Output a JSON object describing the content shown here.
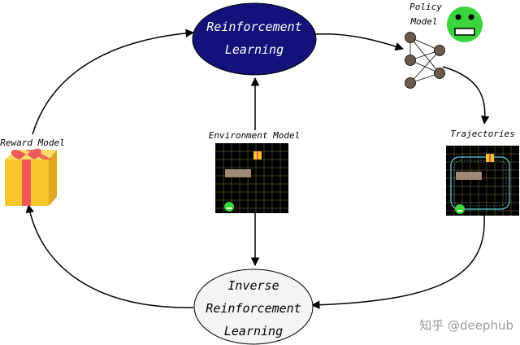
{
  "nodes": {
    "rl": {
      "line1": "Reinforcement",
      "line2": "Learning"
    },
    "irl": {
      "line1": "Inverse",
      "line2": "Reinforcement",
      "line3": "Learning"
    },
    "policy": {
      "line1": "Policy",
      "line2": "Model"
    },
    "trajectories": {
      "label": "Trajectories"
    },
    "environment": {
      "label": "Environment Model"
    },
    "reward": {
      "label": "Reward Model"
    }
  },
  "watermark": "知乎 @deephub",
  "colors": {
    "rl_fill": "#12127a",
    "irl_fill": "#f4f4f4",
    "grid_bg": "#000000",
    "grid_line": "#7a7a3a",
    "smiley": "#3cd43c",
    "gift": "#f6c62a",
    "ribbon": "#ef5a5a",
    "trajectory": "#5fd3e6",
    "nn_node": "#6b5a4c"
  }
}
